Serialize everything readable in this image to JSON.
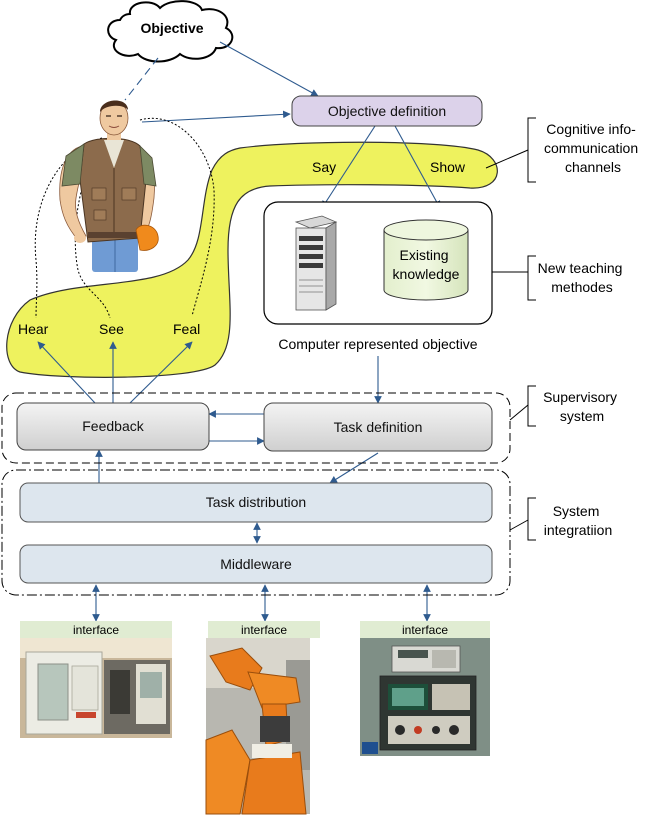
{
  "diagram": {
    "objective": "Objective",
    "objective_definition": "Objective definition",
    "channel_labels": {
      "say": "Say",
      "show": "Show",
      "hear": "Hear",
      "see": "See",
      "feal": "Feal"
    },
    "existing_knowledge": [
      "Existing",
      "knowledge"
    ],
    "computer_represented_objective": "Computer represented objective",
    "feedback": "Feedback",
    "task_definition": "Task definition",
    "task_distribution": "Task distribution",
    "middleware": "Middleware",
    "interfaces": [
      "interface",
      "interface",
      "interface"
    ],
    "side_labels": {
      "cognitive": [
        "Cognitive info-",
        "communication",
        "channels"
      ],
      "teaching": [
        "New teaching",
        "methodes"
      ],
      "supervisory": [
        "Supervisory",
        "system"
      ],
      "integration": [
        "System",
        "integratiion"
      ]
    }
  },
  "colors": {
    "channel_fill": "#eef25e",
    "objective_def_fill": "#dcd2ea",
    "box_fill": "#dde6ee",
    "arrow": "#2f5b8f",
    "interface_bar": "#e0ecd2"
  }
}
